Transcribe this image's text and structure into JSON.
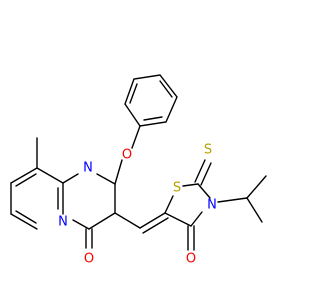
{
  "molecule": {
    "atom_labels": {
      "n_top": "N",
      "n_bottom": "N",
      "o_ether": "O",
      "o_carbonyl_left": "O",
      "s_ring": "S",
      "s_thione": "S",
      "n_thiazolidine": "N",
      "o_carbonyl_right": "O"
    },
    "colors": {
      "bond": "#000000",
      "nitrogen": "#0000ff",
      "oxygen": "#ff0000",
      "sulfur": "#b8a000",
      "background": "#ffffff"
    }
  }
}
